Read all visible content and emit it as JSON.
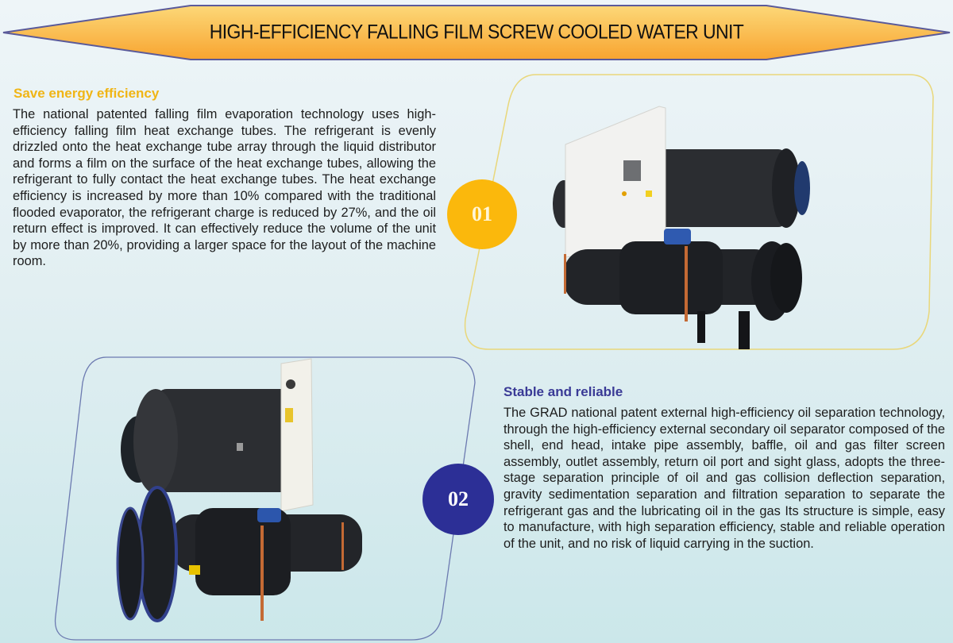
{
  "banner": {
    "title": "HIGH-EFFICIENCY FALLING FILM SCREW COOLED WATER UNIT",
    "fill_top": "#fbd36c",
    "fill_bottom": "#f8a22e",
    "border": "#5a5a9a"
  },
  "sections": [
    {
      "badge": "01",
      "badge_color": "#fbb80c",
      "heading": "Save energy efficiency",
      "heading_color": "#f0b515",
      "body": "The national patented falling film evaporation technology uses high-efficiency falling film heat exchange tubes. The refrigerant is evenly drizzled onto the heat exchange tube array through the liquid distributor and forms a film on the surface of the heat exchange tubes, allowing the refrigerant to fully contact the heat exchange tubes. The heat exchange efficiency is increased by more than 10% compared with the traditional flooded evaporator, the refrigerant charge is reduced by 27%, and the oil return effect is improved. It can effectively reduce the volume of the unit by more than 20%, providing a larger space for the layout of the machine room.",
      "image_alt": "falling film screw chiller unit (front view)"
    },
    {
      "badge": "02",
      "badge_color": "#2c2f96",
      "heading": "Stable and reliable",
      "heading_color": "#3a3a96",
      "body": "The GRAD national patent external high-efficiency oil separation technology, through the high-efficiency external secondary oil separator composed of the shell, end head, intake pipe assembly, baffle, oil and gas filter screen assembly, outlet assembly, return oil port and sight glass, adopts the three-stage separation principle of oil and gas collision deflection separation, gravity sedimentation separation and filtration separation to separate the refrigerant gas and the lubricating oil in the gas Its structure is simple, easy to manufacture, with high separation efficiency, stable and reliable operation of the unit, and no risk of liquid carrying in the suction.",
      "image_alt": "falling film screw chiller unit (side view)"
    }
  ]
}
